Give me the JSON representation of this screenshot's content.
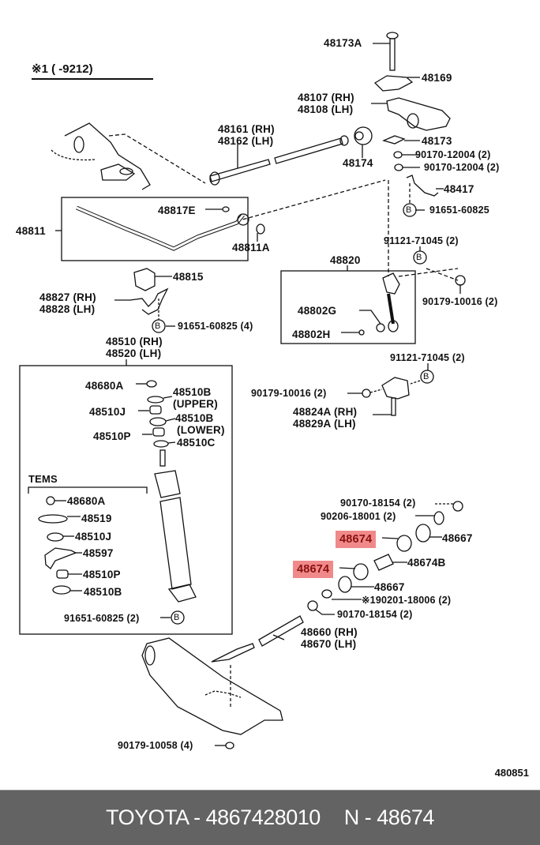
{
  "header": {
    "title": "※1 (        -9212)"
  },
  "diagram_code": "480851",
  "highlight_color": "#f08a8a",
  "highlight_text_color": "#8b1010",
  "labels": {
    "p48173a": "48173A",
    "p48169": "48169",
    "p48107": "48107 (RH)",
    "p48108": "48108 (LH)",
    "p48161": "48161 (RH)",
    "p48162": "48162 (LH)",
    "p48174": "48174",
    "p48173": "48173",
    "p90170_12004_a": "90170-12004 (2)",
    "p90170_12004_b": "90170-12004 (2)",
    "p48417": "48417",
    "p91651_60825_top": "91651-60825",
    "p48811": "48811",
    "p48817e": "48817E",
    "p48811a": "48811A",
    "p91121_71045_a": "91121-71045 (2)",
    "p48820": "48820",
    "p90179_10016_a": "90179-10016 (2)",
    "p48802g": "48802G",
    "p48802h": "48802H",
    "p48815": "48815",
    "p48827": "48827 (RH)",
    "p48828": "48828 (LH)",
    "p91651_60825_4": "91651-60825 (4)",
    "p48510": "48510 (RH)",
    "p48520": "48520 (LH)",
    "p91121_71045_b": "91121-71045 (2)",
    "p90179_10016_b": "90179-10016 (2)",
    "p48824a": "48824A (RH)",
    "p48829a": "48829A (LH)",
    "p48680a": "48680A",
    "p48510b_upper": "48510B",
    "upper": "(UPPER)",
    "p48510j": "48510J",
    "p48510b_lower": "48510B",
    "lower": "(LOWER)",
    "p48510p": "48510P",
    "p48510c": "48510C",
    "tems": "TEMS",
    "t48680a": "48680A",
    "t48519": "48519",
    "t48510j": "48510J",
    "t48597": "48597",
    "t48510p": "48510P",
    "t48510b": "48510B",
    "p91651_60825_2": "91651-60825 (2)",
    "p90170_18154_a": "90170-18154 (2)",
    "p90206_18001": "90206-18001 (2)",
    "p48674_a": "48674",
    "p48667_a": "48667",
    "p48674_b": "48674",
    "p48674b": "48674B",
    "p48667_b": "48667",
    "p90201_18006": "※190201-18006 (2)",
    "p90170_18154_b": "90170-18154 (2)",
    "p48660": "48660 (RH)",
    "p48670": "48670 (LH)",
    "p90179_10058": "90179-10058 (4)",
    "callout_b": "B"
  },
  "footer": {
    "brand_part": "TOYOTA - 4867428010",
    "ref": "N - 48674"
  }
}
